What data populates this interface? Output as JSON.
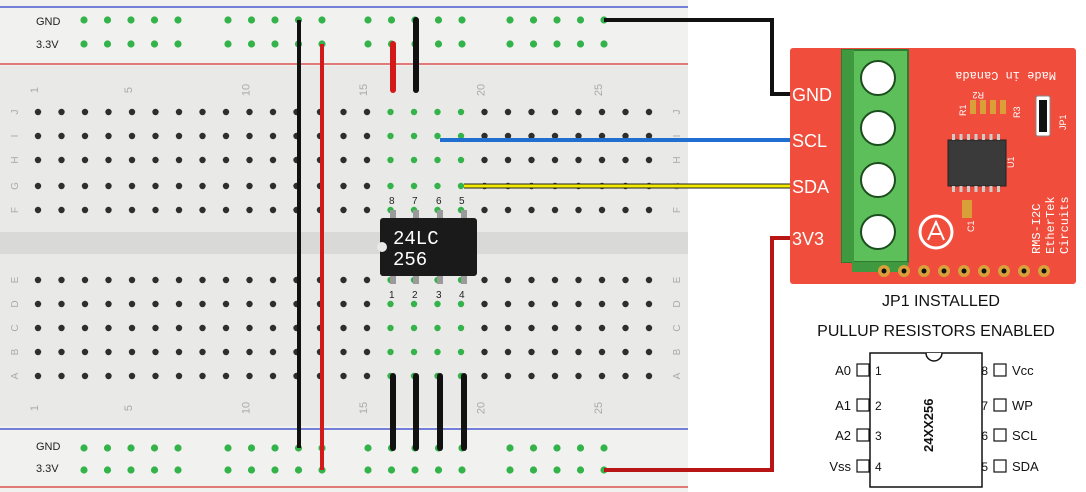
{
  "breadboard": {
    "rail_labels": {
      "gnd_top": "GND",
      "v33_top": "3.3V",
      "gnd_bottom": "GND",
      "v33_bottom": "3.3V"
    },
    "column_numbers": [
      "1",
      "5",
      "10",
      "15",
      "20",
      "25"
    ],
    "row_letters_top": [
      "J",
      "I",
      "H",
      "G",
      "F"
    ],
    "row_letters_bottom": [
      "E",
      "D",
      "C",
      "B",
      "A"
    ]
  },
  "chip": {
    "marking_line1": "24LC",
    "marking_line2": "256",
    "top_pin_numbers": [
      "8",
      "7",
      "6",
      "5"
    ],
    "bottom_pin_numbers": [
      "1",
      "2",
      "3",
      "4"
    ]
  },
  "module": {
    "terminal_labels": [
      "GND",
      "SCL",
      "SDA",
      "3V3"
    ],
    "silkscreen_made_in": "Made in Canada",
    "silkscreen_brand_lines": [
      "RMS-I2C",
      "EtherTek",
      "Circuits"
    ],
    "component_labels": {
      "r1": "R1",
      "r2": "R2",
      "r3": "R3",
      "jp1": "JP1",
      "u1": "U1",
      "c1": "C1"
    }
  },
  "caption": {
    "line1": "JP1 INSTALLED",
    "line2": "PULLUP RESISTORS ENABLED"
  },
  "pinout": {
    "part_name": "24XX256",
    "left_pins": [
      {
        "num": "1",
        "name": "A0"
      },
      {
        "num": "2",
        "name": "A1"
      },
      {
        "num": "3",
        "name": "A2"
      },
      {
        "num": "4",
        "name": "Vss"
      }
    ],
    "right_pins": [
      {
        "num": "8",
        "name": "Vcc"
      },
      {
        "num": "7",
        "name": "WP"
      },
      {
        "num": "6",
        "name": "SCL"
      },
      {
        "num": "5",
        "name": "SDA"
      }
    ]
  },
  "colors": {
    "board": "#e9e9e7",
    "rail_red": "#d9534f",
    "rail_blue": "#4a5bd0",
    "hole": "#2e2e2e",
    "hole_active": "#34b34a",
    "wire_black": "#111111",
    "wire_red": "#d21a1a",
    "wire_blue": "#1f6fd1",
    "wire_yellow": "#f2ea00",
    "pcb": "#f04d3c",
    "terminal": "#5cbf5a"
  }
}
